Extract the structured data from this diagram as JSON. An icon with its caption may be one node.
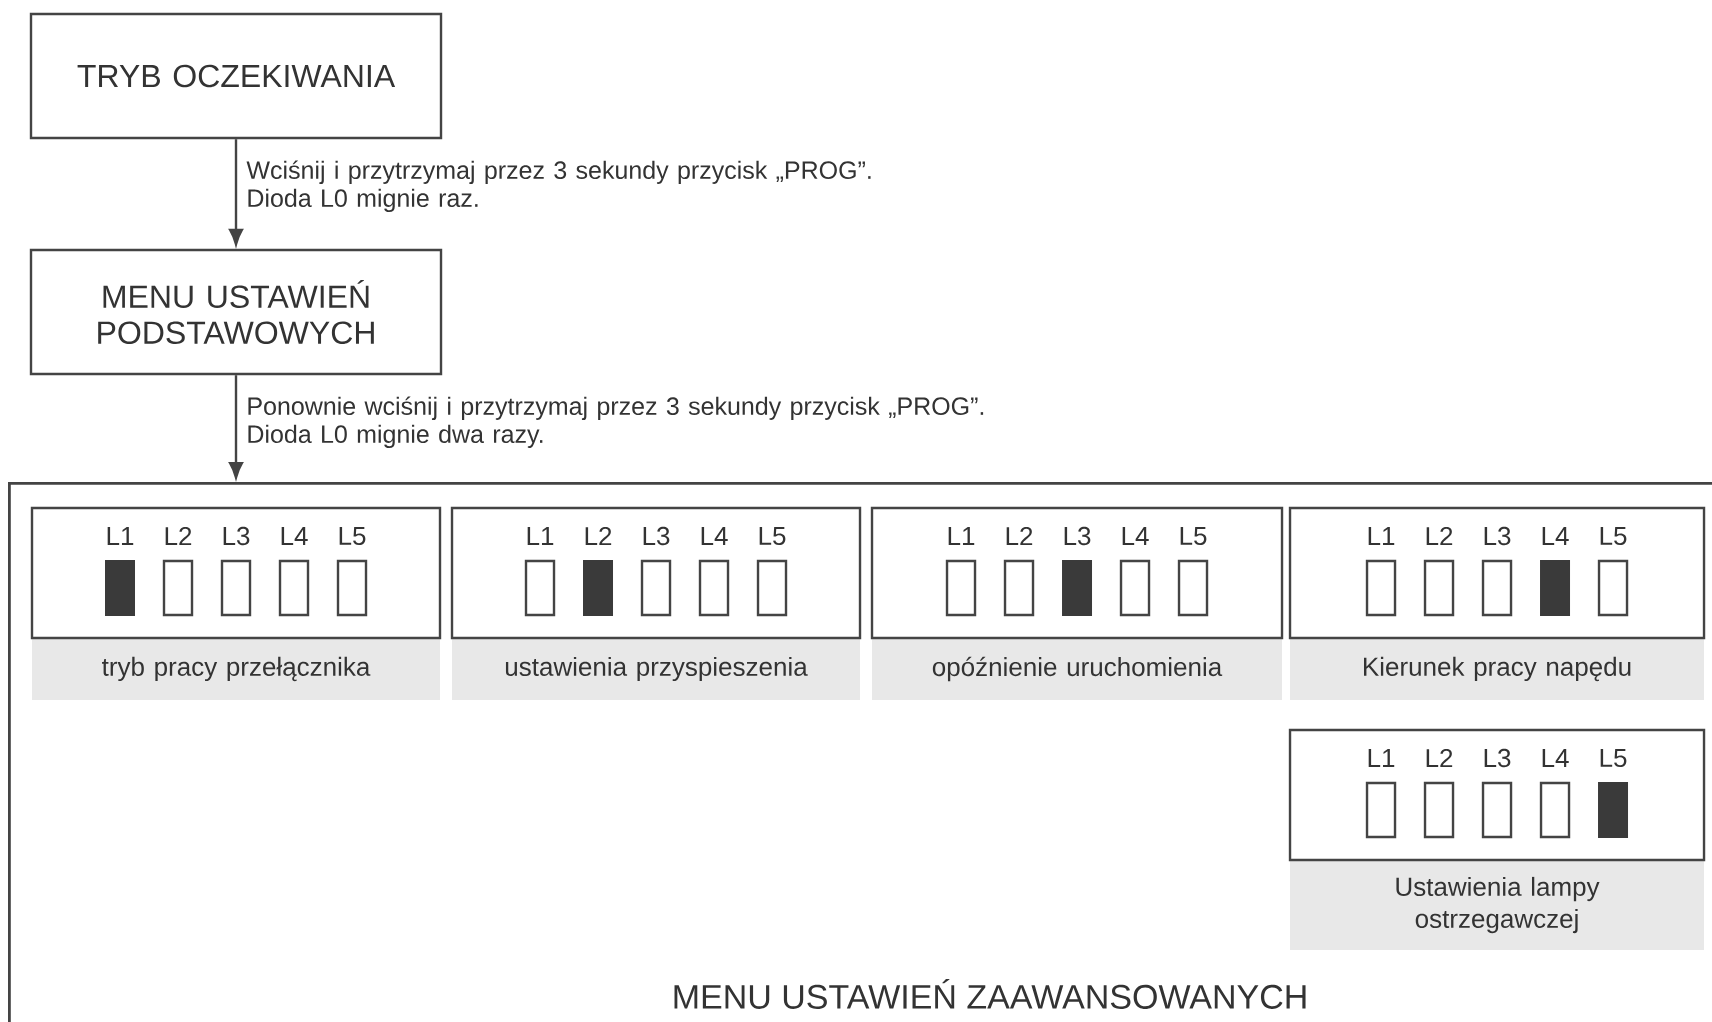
{
  "diagram": {
    "nodes": [
      {
        "text": [
          "TRYB OCZEKIWANIA"
        ]
      },
      {
        "text": [
          "MENU USTAWIEŃ PODSTAWOWYCH"
        ]
      },
      {
        "text": [
          "MENU USTAWIEŃ ZAAWANSOWANYCH"
        ]
      },
      {
        "text": [
          "L1",
          "L2",
          "L3",
          "L4",
          "L5",
          "tryb pracy przełącznika"
        ],
        "in": 2
      },
      {
        "text": [
          "L1",
          "L2",
          "L3",
          "L4",
          "L5",
          "ustawienia przyspieszenia"
        ],
        "in": 2
      },
      {
        "text": [
          "L1",
          "L2",
          "L3",
          "L4",
          "L5",
          "opóźnienie uruchomienia"
        ],
        "in": 2
      },
      {
        "text": [
          "L1",
          "L2",
          "L3",
          "L4",
          "L5",
          "Kierunek pracy napędu"
        ],
        "in": 2
      },
      {
        "text": [
          "L1",
          "L2",
          "L3",
          "L4",
          "L5",
          "Ustawienia lampy ostrzegawczej"
        ],
        "in": 2
      }
    ],
    "edges": [
      {
        "from": 0,
        "to": 1,
        "arrow": "to",
        "label": "Wciśnij i przytrzymaj przez 3 sekundy przycisk „PROG”. Dioda L0 mignie raz."
      },
      {
        "from": 1,
        "to": 2,
        "arrow": "to",
        "label": "Ponownie wciśnij i przytrzymaj przez 3 sekundy przycisk „PROG”. Dioda L0 mignie dwa razy."
      }
    ]
  }
}
